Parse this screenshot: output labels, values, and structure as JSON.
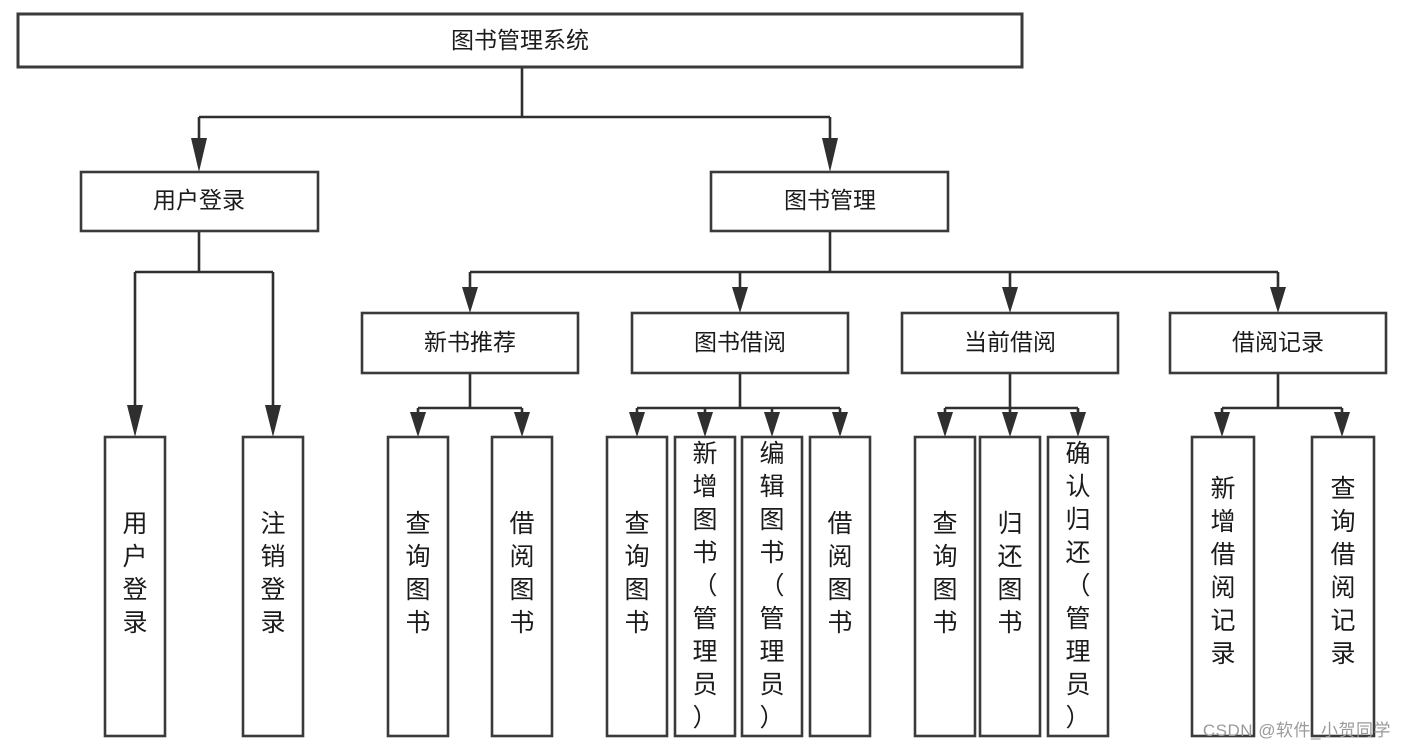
{
  "diagram": {
    "title": "图书管理系统",
    "type": "tree-hierarchy-chart",
    "watermark": "CSDN @软件_小贺同学",
    "colors": {
      "box_stroke": "#3a3a3a",
      "connector": "#2f2f2f",
      "background": "#ffffff",
      "text": "#1b1b1b",
      "watermark": "#9a9a9a"
    },
    "levels": {
      "level1": [
        {
          "id": "root",
          "label": "图书管理系统"
        }
      ],
      "level2": [
        {
          "id": "user-login",
          "label": "用户登录",
          "parent": "root"
        },
        {
          "id": "book-manage",
          "label": "图书管理",
          "parent": "root"
        }
      ],
      "level3": [
        {
          "id": "new-book-recommend",
          "label": "新书推荐",
          "parent": "book-manage"
        },
        {
          "id": "book-borrow",
          "label": "图书借阅",
          "parent": "book-manage"
        },
        {
          "id": "current-borrow",
          "label": "当前借阅",
          "parent": "book-manage"
        },
        {
          "id": "borrow-record",
          "label": "借阅记录",
          "parent": "book-manage"
        }
      ],
      "leaves": [
        {
          "id": "leaf-user-login",
          "label": "用户登录",
          "parent": "user-login"
        },
        {
          "id": "leaf-logout",
          "label": "注销登录",
          "parent": "user-login"
        },
        {
          "id": "leaf-query-book-1",
          "label": "查询图书",
          "parent": "new-book-recommend"
        },
        {
          "id": "leaf-borrow-book-1",
          "label": "借阅图书",
          "parent": "new-book-recommend"
        },
        {
          "id": "leaf-query-book-2",
          "label": "查询图书",
          "parent": "book-borrow"
        },
        {
          "id": "leaf-add-book",
          "label": "新增图书（管理员）",
          "parent": "book-borrow"
        },
        {
          "id": "leaf-edit-book",
          "label": "编辑图书（管理员）",
          "parent": "book-borrow"
        },
        {
          "id": "leaf-borrow-book-2",
          "label": "借阅图书",
          "parent": "book-borrow"
        },
        {
          "id": "leaf-query-book-3",
          "label": "查询图书",
          "parent": "current-borrow"
        },
        {
          "id": "leaf-return-book",
          "label": "归还图书",
          "parent": "current-borrow"
        },
        {
          "id": "leaf-confirm-return",
          "label": "确认归还（管理员）",
          "parent": "current-borrow"
        },
        {
          "id": "leaf-add-record",
          "label": "新增借阅记录",
          "parent": "borrow-record"
        },
        {
          "id": "leaf-query-record",
          "label": "查询借阅记录",
          "parent": "borrow-record"
        }
      ]
    }
  }
}
